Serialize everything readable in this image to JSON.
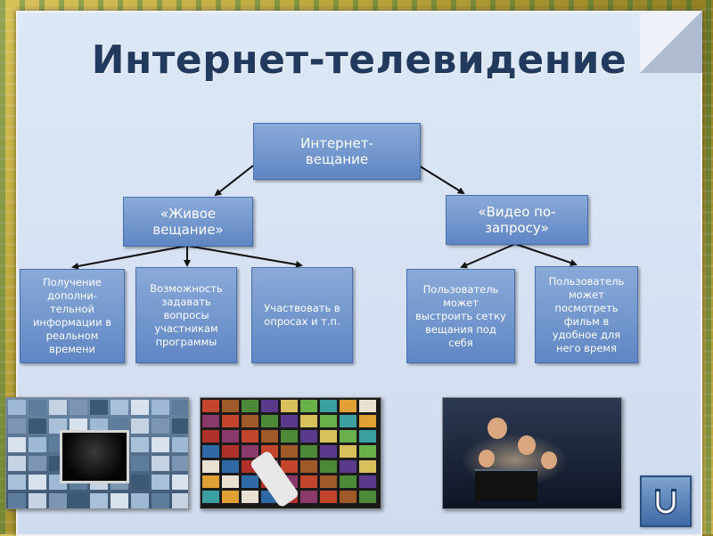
{
  "title": "Интернет-телевидение",
  "root": {
    "line1": "Интернет-",
    "line2": "вещание"
  },
  "branches": {
    "live": {
      "line1": "«Живое",
      "line2": "вещание»",
      "items": [
        [
          "Получение",
          "дополни-",
          "тельной",
          "информации в",
          "реальном",
          "времени"
        ],
        [
          "Возможность",
          "задавать",
          "вопросы",
          "участникам",
          "программы"
        ],
        [
          "Участвовать в",
          "опросах и т.п."
        ]
      ]
    },
    "vod": {
      "line1": "«Видео по-",
      "line2": "запросу»",
      "items": [
        [
          "Пользователь",
          "может",
          "выстроить сетку",
          "вещания под",
          "себя"
        ],
        [
          "Пользователь",
          "может",
          "посмотреть",
          "фильм в",
          "удобное для",
          "него время"
        ]
      ]
    }
  },
  "colors": {
    "title": "#223a5e",
    "box_top": "#8aaad8",
    "box_bottom": "#5f86c4",
    "slide_bg": "#dde8f6"
  },
  "icons": {
    "home_button": "return-arrow-icon"
  }
}
